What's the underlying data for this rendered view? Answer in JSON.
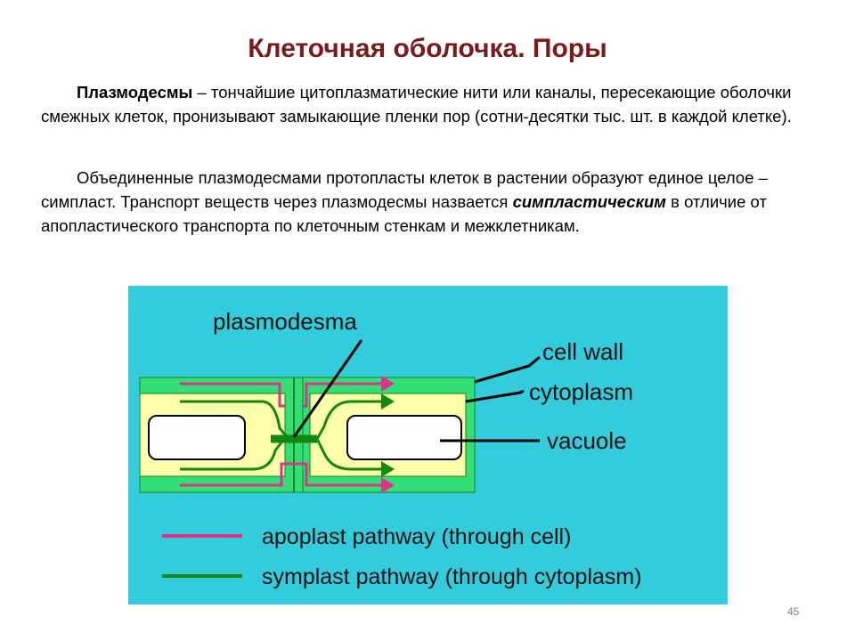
{
  "slide": {
    "title": "Клеточная оболочка. Поры",
    "page_number": "45"
  },
  "paragraph1": {
    "term": "Плазмодесмы",
    "text": " – тончайшие цитоплазматические нити или каналы, пересекающие оболочки смежных клеток, пронизывают замыкающие пленки пор (сотни-десятки тыс. шт. в каждой клетке)."
  },
  "paragraph2": {
    "text_before": "Объединенные плазмодесмами протопласты клеток в растении образуют единое целое – симпласт. Транспорт веществ через плазмодесмы назвается ",
    "term": "симпластическим",
    "text_after": " в отличие от апопластического транспорта по клеточным стенкам и межклетникам."
  },
  "diagram": {
    "labels": {
      "plasmodesma": "plasmodesma",
      "cell_wall": "cell wall",
      "cytoplasm": "cytoplasm",
      "vacuole": "vacuole"
    },
    "legend": {
      "apoplast": "apoplast pathway (through cell)",
      "symplast": "symplast pathway (through cytoplasm)"
    },
    "colors": {
      "background": "#33ccdd",
      "cell_wall": "#33dd77",
      "cytoplasm": "#ffffaa",
      "vacuole": "#ffffff",
      "apoplast": "#dd3388",
      "symplast": "#118811"
    }
  }
}
